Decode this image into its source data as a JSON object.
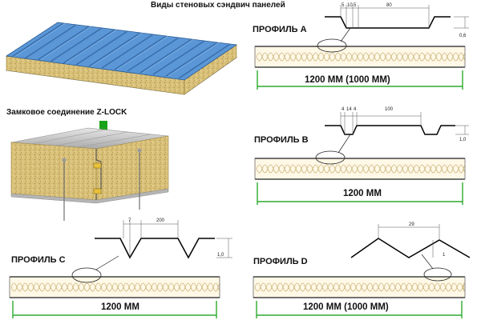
{
  "title": "Виды стеновых сэндвич панелей",
  "zlock": {
    "label": "Замковое соединение Z-LOCK"
  },
  "colors": {
    "panel_blue": "#4a86c8",
    "insulation": "#d8c27a",
    "dimension_green": "#2eaa2e",
    "arrow_green": "#1aa31a",
    "wave_stroke": "#c9b37a",
    "steel_grey": "#bfbfbf"
  },
  "profiles": [
    {
      "id": "A",
      "label": "ПРОФИЛЬ А",
      "width_label": "1200 ММ (1000 ММ)",
      "dims": [
        "5",
        "10",
        "5",
        "80",
        "0,6"
      ]
    },
    {
      "id": "B",
      "label": "ПРОФИЛЬ В",
      "width_label": "1200 ММ",
      "dims": [
        "4",
        "14",
        "4",
        "100",
        "1,0"
      ]
    },
    {
      "id": "C",
      "label": "ПРОФИЛЬ С",
      "width_label": "1200 ММ",
      "dims": [
        "7",
        "200",
        "1,0"
      ]
    },
    {
      "id": "D",
      "label": "ПРОФИЛЬ D",
      "width_label": "1200 ММ (1000 ММ)",
      "dims": [
        "29",
        "1"
      ]
    }
  ]
}
